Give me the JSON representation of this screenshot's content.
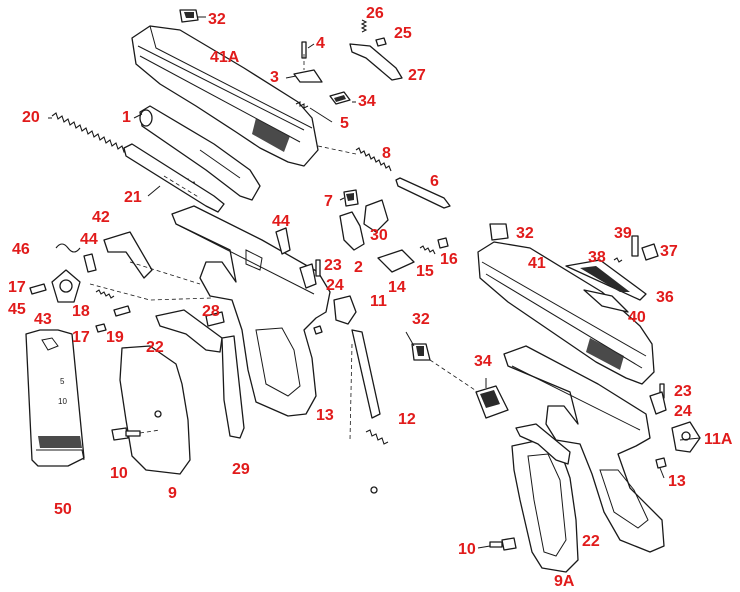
{
  "callouts": [
    {
      "id": "c32a",
      "text": "32"
    },
    {
      "id": "c26",
      "text": "26"
    },
    {
      "id": "c25",
      "text": "25"
    },
    {
      "id": "c4",
      "text": "4"
    },
    {
      "id": "c41A",
      "text": "41A"
    },
    {
      "id": "c27",
      "text": "27"
    },
    {
      "id": "c3",
      "text": "3"
    },
    {
      "id": "c34a",
      "text": "34"
    },
    {
      "id": "c5",
      "text": "5"
    },
    {
      "id": "c20",
      "text": "20"
    },
    {
      "id": "c1",
      "text": "1"
    },
    {
      "id": "c8",
      "text": "8"
    },
    {
      "id": "c6",
      "text": "6"
    },
    {
      "id": "c21",
      "text": "21"
    },
    {
      "id": "c7",
      "text": "7"
    },
    {
      "id": "c30",
      "text": "30"
    },
    {
      "id": "c44a",
      "text": "44"
    },
    {
      "id": "c42",
      "text": "42"
    },
    {
      "id": "c46",
      "text": "46"
    },
    {
      "id": "c44b",
      "text": "44"
    },
    {
      "id": "c23a",
      "text": "23"
    },
    {
      "id": "c2",
      "text": "2"
    },
    {
      "id": "c15",
      "text": "15"
    },
    {
      "id": "c16",
      "text": "16"
    },
    {
      "id": "c14",
      "text": "14"
    },
    {
      "id": "c24a",
      "text": "24"
    },
    {
      "id": "c17a",
      "text": "17"
    },
    {
      "id": "c45",
      "text": "45"
    },
    {
      "id": "c18",
      "text": "18"
    },
    {
      "id": "c11",
      "text": "11"
    },
    {
      "id": "c28",
      "text": "28"
    },
    {
      "id": "c43",
      "text": "43"
    },
    {
      "id": "c17b",
      "text": "17"
    },
    {
      "id": "c19",
      "text": "19"
    },
    {
      "id": "c22a",
      "text": "22"
    },
    {
      "id": "c32b",
      "text": "32"
    },
    {
      "id": "c32c",
      "text": "32"
    },
    {
      "id": "c39",
      "text": "39"
    },
    {
      "id": "c37",
      "text": "37"
    },
    {
      "id": "c38",
      "text": "38"
    },
    {
      "id": "c41",
      "text": "41"
    },
    {
      "id": "c36",
      "text": "36"
    },
    {
      "id": "c40",
      "text": "40"
    },
    {
      "id": "c34b",
      "text": "34"
    },
    {
      "id": "c23b",
      "text": "23"
    },
    {
      "id": "c24b",
      "text": "24"
    },
    {
      "id": "c13a",
      "text": "13"
    },
    {
      "id": "c12",
      "text": "12"
    },
    {
      "id": "c10a",
      "text": "10"
    },
    {
      "id": "c9",
      "text": "9"
    },
    {
      "id": "c29",
      "text": "29"
    },
    {
      "id": "c50",
      "text": "50"
    },
    {
      "id": "c11A",
      "text": "11A"
    },
    {
      "id": "c13b",
      "text": "13"
    },
    {
      "id": "c22b",
      "text": "22"
    },
    {
      "id": "c10b",
      "text": "10"
    },
    {
      "id": "c9A",
      "text": "9A"
    }
  ],
  "magazine_markings": {
    "mark_5": "5",
    "mark_10": "10"
  },
  "colors": {
    "callout": "#e11b1b",
    "line_art": "#1a1a1a",
    "background": "#ffffff"
  }
}
